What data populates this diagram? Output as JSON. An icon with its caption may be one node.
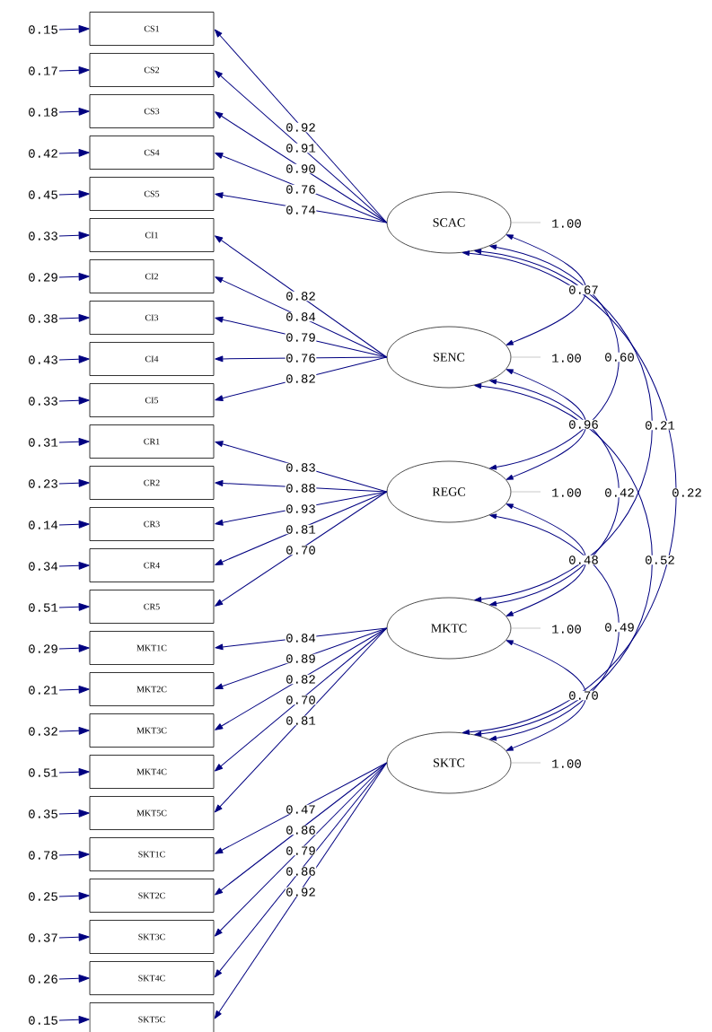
{
  "diagram": {
    "nodes": [
      {
        "text": [
          "CS1"
        ]
      },
      {
        "text": [
          "CS2"
        ]
      },
      {
        "text": [
          "CS3"
        ]
      },
      {
        "text": [
          "CS4"
        ]
      },
      {
        "text": [
          "CS5"
        ]
      },
      {
        "text": [
          "CI1"
        ]
      },
      {
        "text": [
          "CI2"
        ]
      },
      {
        "text": [
          "CI3"
        ]
      },
      {
        "text": [
          "CI4"
        ]
      },
      {
        "text": [
          "CI5"
        ]
      },
      {
        "text": [
          "CR1"
        ]
      },
      {
        "text": [
          "CR2"
        ]
      },
      {
        "text": [
          "CR3"
        ]
      },
      {
        "text": [
          "CR4"
        ]
      },
      {
        "text": [
          "CR5"
        ]
      },
      {
        "text": [
          "MKT1C"
        ]
      },
      {
        "text": [
          "MKT2C"
        ]
      },
      {
        "text": [
          "MKT3C"
        ]
      },
      {
        "text": [
          "MKT4C"
        ]
      },
      {
        "text": [
          "MKT5C"
        ]
      },
      {
        "text": [
          "SKT1C"
        ]
      },
      {
        "text": [
          "SKT2C"
        ]
      },
      {
        "text": [
          "SKT3C"
        ]
      },
      {
        "text": [
          "SKT4C"
        ]
      },
      {
        "text": [
          "SKT5C"
        ]
      },
      {
        "text": [
          "SCAC"
        ],
        "beside": [
          "1.00"
        ]
      },
      {
        "text": [
          "SENC"
        ],
        "beside": [
          "1.00"
        ]
      },
      {
        "text": [
          "REGC"
        ],
        "beside": [
          "1.00"
        ]
      },
      {
        "text": [
          "MKTC"
        ],
        "beside": [
          "1.00"
        ]
      },
      {
        "text": [
          "SKTC"
        ],
        "beside": [
          "1.00"
        ]
      },
      {
        "text": [
          "0.15"
        ]
      },
      {
        "text": [
          "0.17"
        ]
      },
      {
        "text": [
          "0.18"
        ]
      },
      {
        "text": [
          "0.42"
        ]
      },
      {
        "text": [
          "0.45"
        ]
      },
      {
        "text": [
          "0.33"
        ]
      },
      {
        "text": [
          "0.29"
        ]
      },
      {
        "text": [
          "0.38"
        ]
      },
      {
        "text": [
          "0.43"
        ]
      },
      {
        "text": [
          "0.33"
        ]
      },
      {
        "text": [
          "0.31"
        ]
      },
      {
        "text": [
          "0.23"
        ]
      },
      {
        "text": [
          "0.14"
        ]
      },
      {
        "text": [
          "0.34"
        ]
      },
      {
        "text": [
          "0.51"
        ]
      },
      {
        "text": [
          "0.29"
        ]
      },
      {
        "text": [
          "0.21"
        ]
      },
      {
        "text": [
          "0.32"
        ]
      },
      {
        "text": [
          "0.51"
        ]
      },
      {
        "text": [
          "0.35"
        ]
      },
      {
        "text": [
          "0.78"
        ]
      },
      {
        "text": [
          "0.25"
        ]
      },
      {
        "text": [
          "0.37"
        ]
      },
      {
        "text": [
          "0.26"
        ]
      },
      {
        "text": [
          "0.15"
        ]
      }
    ],
    "edges": [
      {
        "from": 25,
        "to": 0,
        "arrow": "to",
        "label": "0.92"
      },
      {
        "from": 25,
        "to": 1,
        "arrow": "to",
        "label": "0.91"
      },
      {
        "from": 25,
        "to": 2,
        "arrow": "to",
        "label": "0.90"
      },
      {
        "from": 25,
        "to": 3,
        "arrow": "to",
        "label": "0.76"
      },
      {
        "from": 25,
        "to": 4,
        "arrow": "to",
        "label": "0.74"
      },
      {
        "from": 26,
        "to": 5,
        "arrow": "to",
        "label": "0.82"
      },
      {
        "from": 26,
        "to": 6,
        "arrow": "to",
        "label": "0.84"
      },
      {
        "from": 26,
        "to": 7,
        "arrow": "to",
        "label": "0.79"
      },
      {
        "from": 26,
        "to": 8,
        "arrow": "to",
        "label": "0.76"
      },
      {
        "from": 26,
        "to": 9,
        "arrow": "to",
        "label": "0.82"
      },
      {
        "from": 27,
        "to": 10,
        "arrow": "to",
        "label": "0.83"
      },
      {
        "from": 27,
        "to": 11,
        "arrow": "to",
        "label": "0.88"
      },
      {
        "from": 27,
        "to": 12,
        "arrow": "to",
        "label": "0.93"
      },
      {
        "from": 27,
        "to": 13,
        "arrow": "to",
        "label": "0.81"
      },
      {
        "from": 27,
        "to": 14,
        "arrow": "to",
        "label": "0.70"
      },
      {
        "from": 28,
        "to": 15,
        "arrow": "to",
        "label": "0.84"
      },
      {
        "from": 28,
        "to": 16,
        "arrow": "to",
        "label": "0.89"
      },
      {
        "from": 28,
        "to": 17,
        "arrow": "to",
        "label": "0.82"
      },
      {
        "from": 28,
        "to": 18,
        "arrow": "to",
        "label": "0.70"
      },
      {
        "from": 28,
        "to": 19,
        "arrow": "to",
        "label": "0.81"
      },
      {
        "from": 29,
        "to": 20,
        "arrow": "to",
        "label": "0.47"
      },
      {
        "from": 29,
        "to": 21,
        "arrow": "to",
        "label": "0.86"
      },
      {
        "from": 29,
        "to": 22,
        "arrow": "to",
        "label": "0.79"
      },
      {
        "from": 29,
        "to": 23,
        "arrow": "to",
        "label": "0.86"
      },
      {
        "from": 29,
        "to": 24,
        "arrow": "to",
        "label": "0.92"
      },
      {
        "from": 30,
        "to": 0,
        "arrow": "to"
      },
      {
        "from": 31,
        "to": 1,
        "arrow": "to"
      },
      {
        "from": 32,
        "to": 2,
        "arrow": "to"
      },
      {
        "from": 33,
        "to": 3,
        "arrow": "to"
      },
      {
        "from": 34,
        "to": 4,
        "arrow": "to"
      },
      {
        "from": 35,
        "to": 5,
        "arrow": "to"
      },
      {
        "from": 36,
        "to": 6,
        "arrow": "to"
      },
      {
        "from": 37,
        "to": 7,
        "arrow": "to"
      },
      {
        "from": 38,
        "to": 8,
        "arrow": "to"
      },
      {
        "from": 39,
        "to": 9,
        "arrow": "to"
      },
      {
        "from": 40,
        "to": 10,
        "arrow": "to"
      },
      {
        "from": 41,
        "to": 11,
        "arrow": "to"
      },
      {
        "from": 42,
        "to": 12,
        "arrow": "to"
      },
      {
        "from": 43,
        "to": 13,
        "arrow": "to"
      },
      {
        "from": 44,
        "to": 14,
        "arrow": "to"
      },
      {
        "from": 45,
        "to": 15,
        "arrow": "to"
      },
      {
        "from": 46,
        "to": 16,
        "arrow": "to"
      },
      {
        "from": 47,
        "to": 17,
        "arrow": "to"
      },
      {
        "from": 48,
        "to": 18,
        "arrow": "to"
      },
      {
        "from": 49,
        "to": 19,
        "arrow": "to"
      },
      {
        "from": 50,
        "to": 20,
        "arrow": "to"
      },
      {
        "from": 51,
        "to": 21,
        "arrow": "to"
      },
      {
        "from": 52,
        "to": 22,
        "arrow": "to"
      },
      {
        "from": 53,
        "to": 23,
        "arrow": "to"
      },
      {
        "from": 54,
        "to": 24,
        "arrow": "to"
      },
      {
        "from": 25,
        "to": 26,
        "arrow": "both",
        "label": "0.67"
      },
      {
        "from": 25,
        "to": 27,
        "arrow": "both",
        "label": "0.60"
      },
      {
        "from": 26,
        "to": 27,
        "arrow": "both",
        "label": "0.96"
      },
      {
        "from": 25,
        "to": 28,
        "arrow": "both",
        "label": "0.21"
      },
      {
        "from": 26,
        "to": 28,
        "arrow": "both",
        "label": "0.42"
      },
      {
        "from": 25,
        "to": 29,
        "arrow": "both",
        "label": "0.22"
      },
      {
        "from": 27,
        "to": 28,
        "arrow": "both",
        "label": "0.48"
      },
      {
        "from": 26,
        "to": 29,
        "arrow": "both",
        "label": "0.52"
      },
      {
        "from": 27,
        "to": 29,
        "arrow": "both",
        "label": "0.49"
      },
      {
        "from": 28,
        "to": 29,
        "arrow": "both",
        "label": "0.70"
      }
    ]
  }
}
